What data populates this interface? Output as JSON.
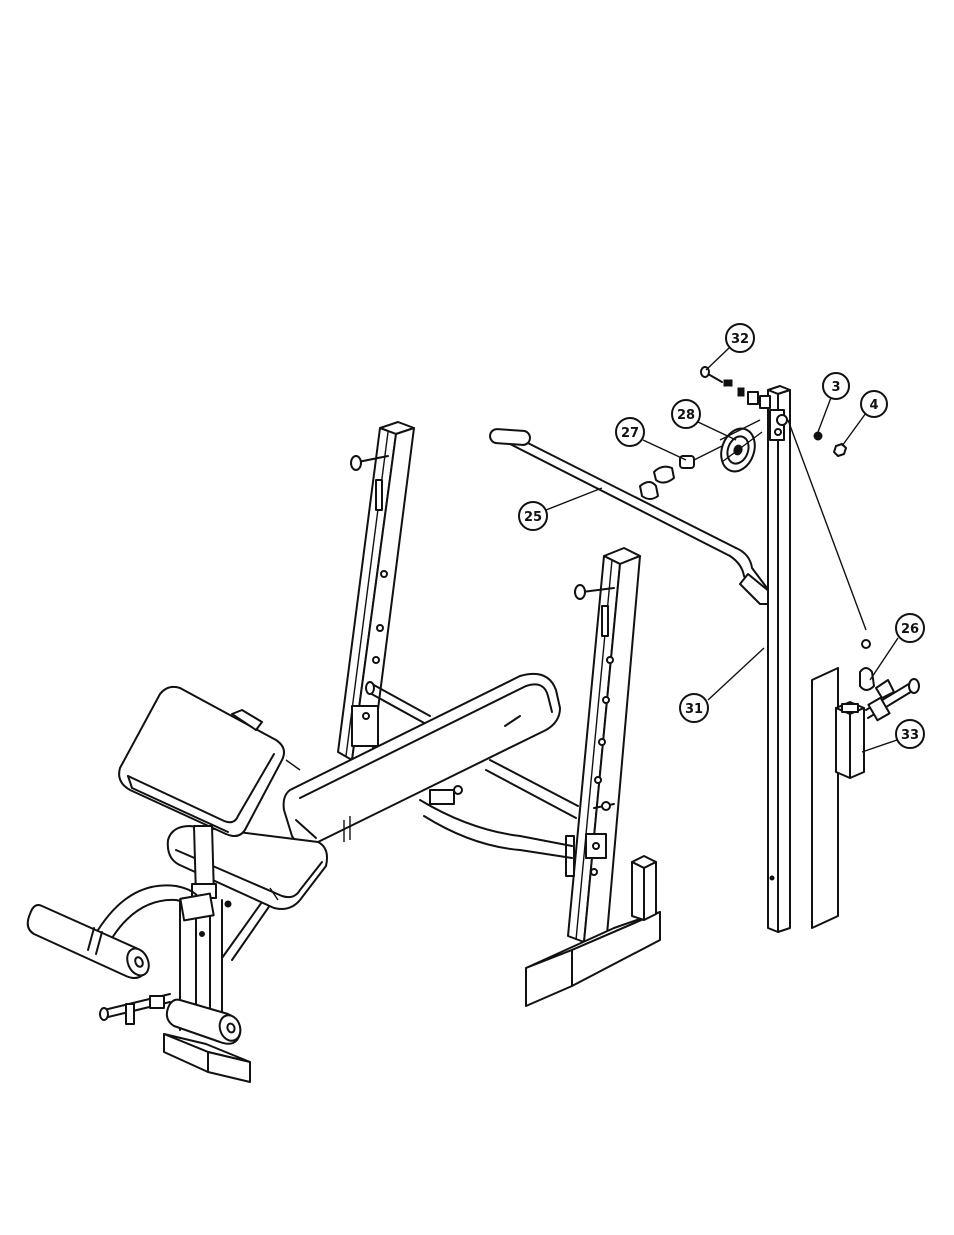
{
  "callouts": [
    {
      "id": "32",
      "label": "32"
    },
    {
      "id": "3",
      "label": "3"
    },
    {
      "id": "4",
      "label": "4"
    },
    {
      "id": "28",
      "label": "28"
    },
    {
      "id": "27",
      "label": "27"
    },
    {
      "id": "25",
      "label": "25"
    },
    {
      "id": "26",
      "label": "26"
    },
    {
      "id": "31",
      "label": "31"
    },
    {
      "id": "33",
      "label": "33"
    }
  ]
}
